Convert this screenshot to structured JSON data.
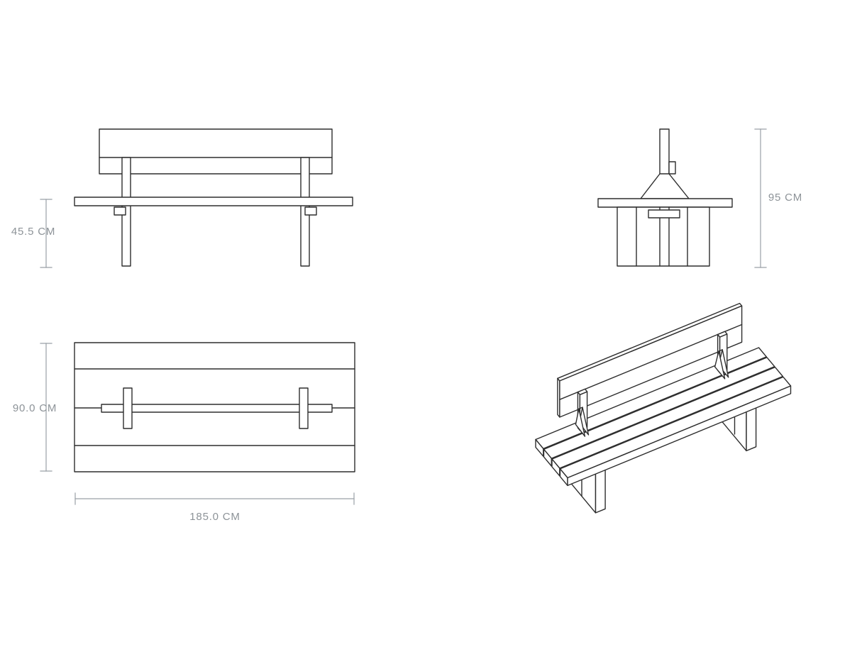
{
  "drawing": {
    "type": "technical-drawing",
    "subject": "bench with backrest",
    "colors": {
      "background": "#ffffff",
      "outline": "#2e2e2e",
      "dimension_line": "#9aa0a6",
      "dimension_text": "#8d9398"
    },
    "dimensions": {
      "seat_height": {
        "label": "45.5 CM"
      },
      "overall_height": {
        "label": "95 CM"
      },
      "depth": {
        "label": "90.0 CM"
      },
      "length": {
        "label": "185.0 CM"
      }
    }
  }
}
